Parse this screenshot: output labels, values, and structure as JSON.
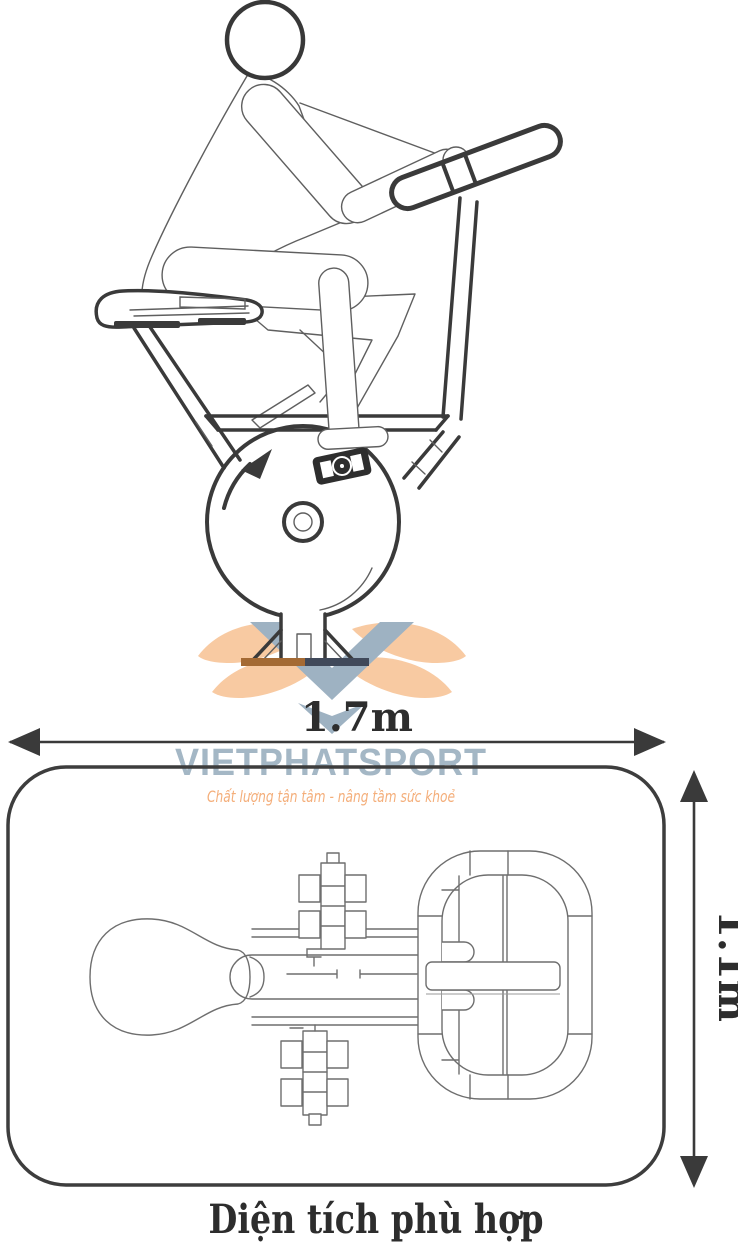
{
  "branding": {
    "name": "VIETPHATSPORT",
    "tagline": "Chất lượng tận tâm - nâng tầm sức khoẻ",
    "colors": {
      "wing": "#f8caa2",
      "mark": "#9eb2c2",
      "wordmark": "#a4b7c5",
      "tagline": "#f4ae7a"
    }
  },
  "dimensions": {
    "width_label": "1.7m",
    "depth_label": "1.1m"
  },
  "caption": "Diện tích phù hợp",
  "icons": {
    "logo_mark": "v-wings-emblem",
    "rotation_arrow": "flywheel-rotation-arrow",
    "width_arrow": "double-headed-horizontal-arrow",
    "depth_arrow": "double-headed-vertical-arrow"
  },
  "colors": {
    "background": "#ffffff",
    "line_bold": "#3a3a3a",
    "line_thin": "#5f5f5f",
    "top_view_line": "#6e6e6e",
    "label_text": "#2d2d2d",
    "pedal": "#2e2e2e",
    "base_plate_left": "#a46a34",
    "base_plate_right": "#40495a"
  }
}
